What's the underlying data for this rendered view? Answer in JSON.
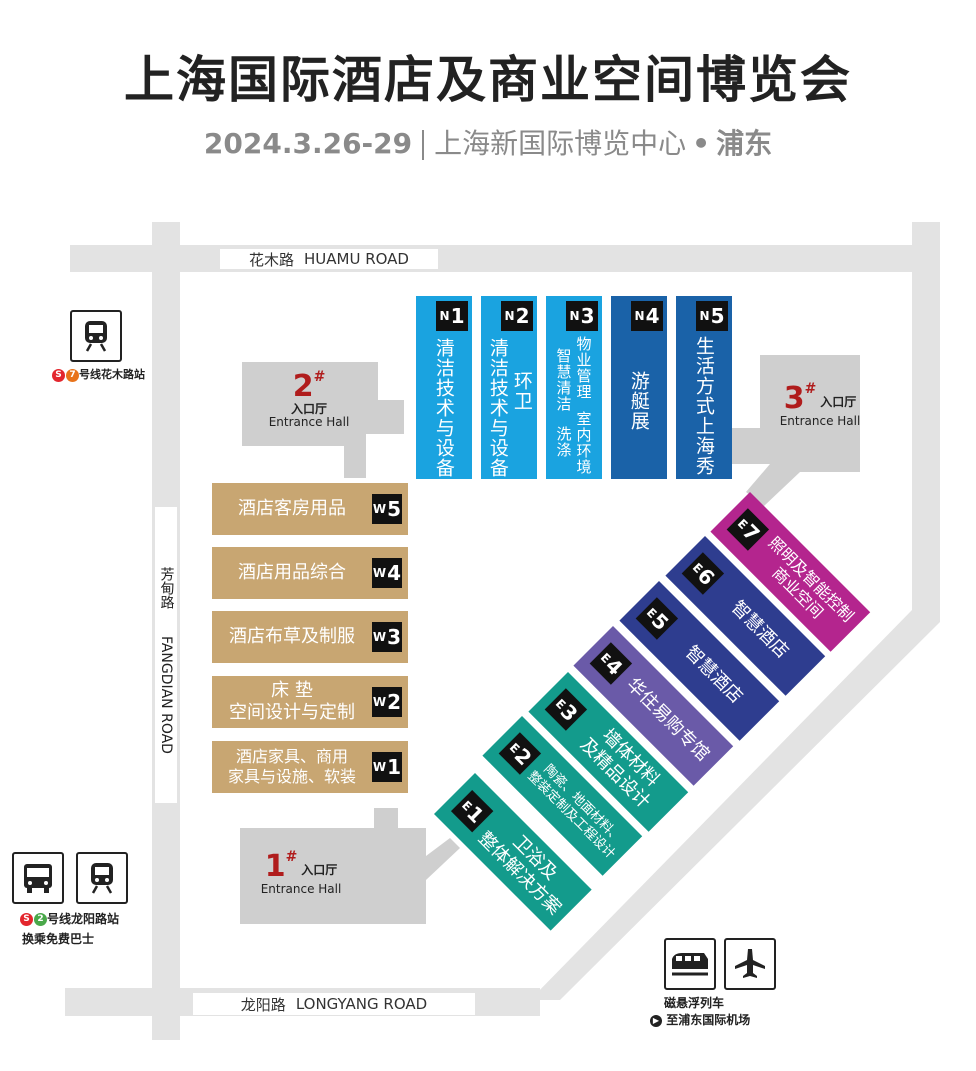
{
  "header": {
    "title": "上海国际酒店及商业空间博览会",
    "date": "2024.3.26-29",
    "venue": "上海新国际博览中心",
    "district": "浦东"
  },
  "roads": {
    "north": {
      "zh": "花木路",
      "en": "HUAMU ROAD"
    },
    "west": {
      "zh": "芳甸路",
      "en": "FANGDIAN ROAD"
    },
    "south": {
      "zh": "龙阳路",
      "en": "LONGYANG ROAD"
    }
  },
  "entrances": [
    {
      "num": "1",
      "mark": "#",
      "zh": "入口厅",
      "en": "Entrance Hall"
    },
    {
      "num": "2",
      "mark": "#",
      "zh": "入口厅",
      "en": "Entrance Hall"
    },
    {
      "num": "3",
      "mark": "#",
      "zh": "入口厅",
      "en": "Entrance Hall"
    }
  ],
  "halls_north": [
    {
      "id": "N",
      "num": "1",
      "label": "清洁技术与设备",
      "label2": "",
      "color": "#1aa3e0"
    },
    {
      "id": "N",
      "num": "2",
      "label": "清洁技术与设备",
      "label2": "环卫",
      "color": "#1aa3e0"
    },
    {
      "id": "N",
      "num": "3",
      "label": "物业管理",
      "label2": "智慧清洁",
      "label3": "室内环境",
      "label4": "洗涤",
      "color": "#1aa3e0"
    },
    {
      "id": "N",
      "num": "4",
      "label": "游艇展",
      "label2": "",
      "color": "#1a62a8"
    },
    {
      "id": "N",
      "num": "5",
      "label": "生活方式上海秀",
      "label2": "",
      "color": "#1a62a8"
    }
  ],
  "halls_west": [
    {
      "id": "W",
      "num": "5",
      "line1": "酒店客房用品",
      "line2": ""
    },
    {
      "id": "W",
      "num": "4",
      "line1": "酒店用品综合",
      "line2": ""
    },
    {
      "id": "W",
      "num": "3",
      "line1": "酒店布草及制服",
      "line2": ""
    },
    {
      "id": "W",
      "num": "2",
      "line1": "床 垫",
      "line2": "空间设计与定制"
    },
    {
      "id": "W",
      "num": "1",
      "line1": "酒店家具、商用",
      "line2": "家具与设施、软装"
    }
  ],
  "halls_east": [
    {
      "id": "E",
      "num": "1",
      "line1": "卫浴及",
      "line2": "整体解决方案",
      "color": "#139b8c"
    },
    {
      "id": "E",
      "num": "2",
      "line1": "陶瓷、地面材料、",
      "line2": "整装定制及工程设计",
      "color": "#139b8c"
    },
    {
      "id": "E",
      "num": "3",
      "line1": "墙体材料",
      "line2": "及精品设计",
      "color": "#139b8c"
    },
    {
      "id": "E",
      "num": "4",
      "line1": "华住易购专馆",
      "line2": "",
      "color": "#6a5aa8"
    },
    {
      "id": "E",
      "num": "5",
      "line1": "智慧酒店",
      "line2": "",
      "color": "#2e3d8f"
    },
    {
      "id": "E",
      "num": "6",
      "line1": "智慧酒店",
      "line2": "",
      "color": "#2e3d8f"
    },
    {
      "id": "E",
      "num": "7",
      "line1": "照明及智能控制",
      "line2": "商业空间",
      "color": "#b4258e"
    }
  ],
  "transit": {
    "metro7": {
      "line": "7",
      "text": "号线花木路站",
      "color": "#e8731a"
    },
    "metro2": {
      "line": "2",
      "text": "号线龙阳路站",
      "color": "#4aa84a",
      "note": "换乘免费巴士"
    },
    "maglev": {
      "text": "磁悬浮列车",
      "note": "至浦东国际机场"
    }
  },
  "icons": [
    "metro-train-icon",
    "bus-icon",
    "maglev-icon",
    "airplane-icon",
    "metro-logo-icon"
  ]
}
